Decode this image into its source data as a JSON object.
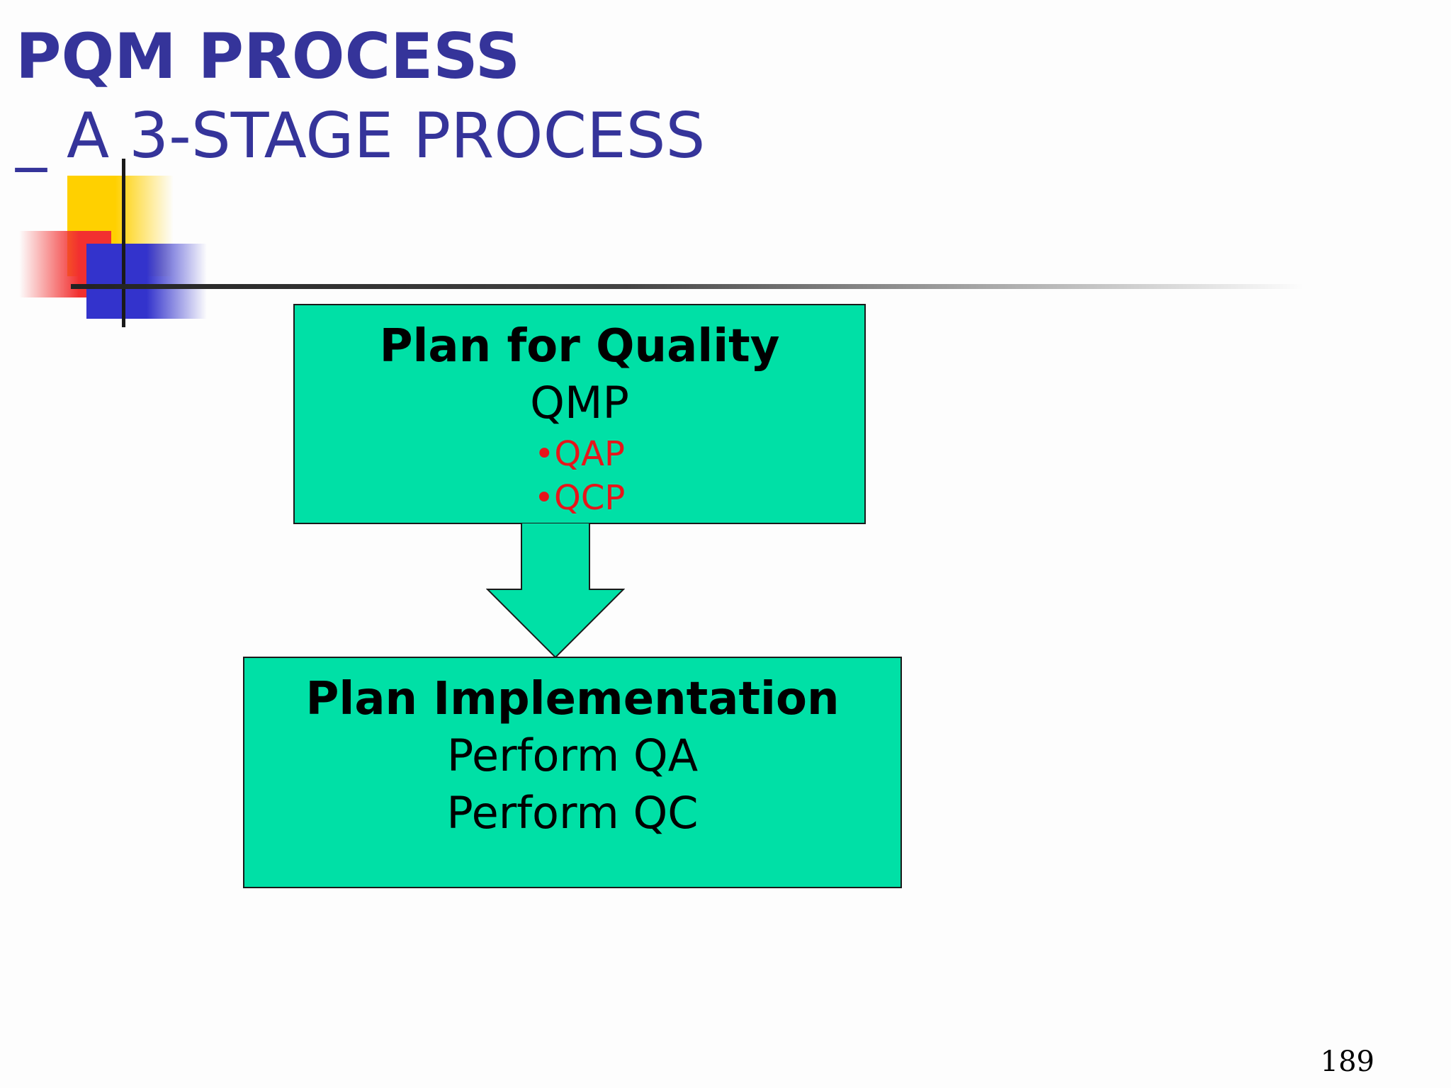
{
  "slide": {
    "title_line1": "PQM PROCESS",
    "title_line2": "_ A 3-STAGE PROCESS",
    "page_number": "189"
  },
  "box1": {
    "title": "Plan for Quality",
    "subtitle": "QMP",
    "bullets": [
      "•QAP",
      "•QCP"
    ]
  },
  "box2": {
    "title": "Plan Implementation",
    "lines": [
      "Perform QA",
      "Perform QC"
    ]
  },
  "colors": {
    "title": "#35349a",
    "box_fill": "#00e0a6",
    "bullet": "#e8141a"
  }
}
